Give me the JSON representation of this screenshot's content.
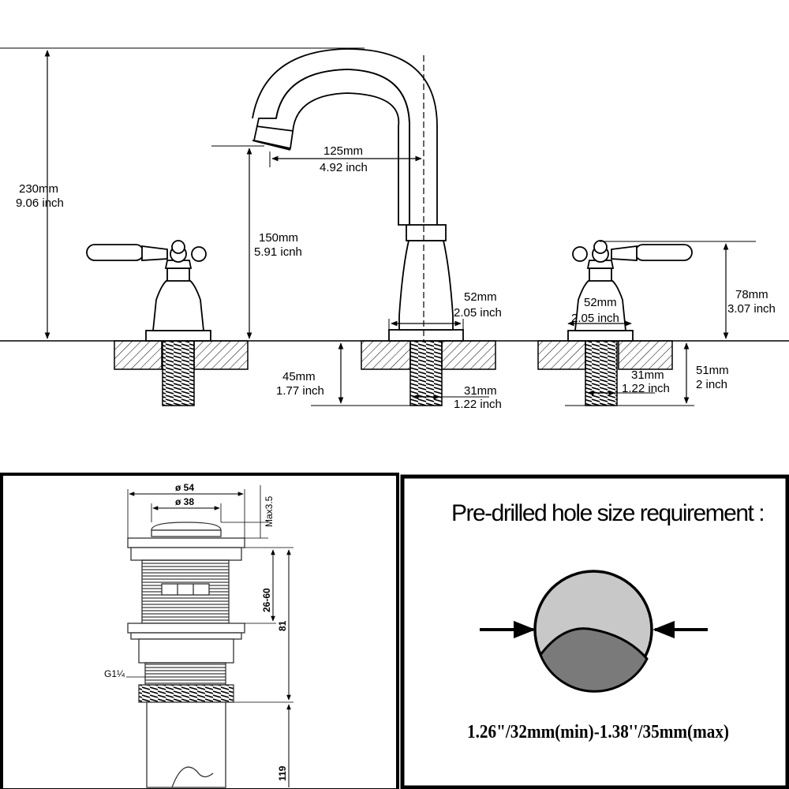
{
  "faucet": {
    "height_mm": "230mm",
    "height_in": "9.06 inch",
    "spout_reach_mm": "125mm",
    "spout_reach_in": "4.92 inch",
    "spout_height_mm": "150mm",
    "spout_height_in": "5.91 icnh",
    "handle_height_mm": "78mm",
    "handle_height_in": "3.07 inch",
    "base_center_mm": "52mm",
    "base_center_in": "2.05 inch",
    "base_right_mm": "52mm",
    "base_right_in": "2.05 inch",
    "shank_len_mm": "45mm",
    "shank_len_in": "1.77 inch",
    "shank_dia_center_mm": "31mm",
    "shank_dia_center_in": "1.22 inch",
    "shank_dia_right_mm": "31mm",
    "shank_dia_right_in": "1.22 inch",
    "shank_right_len_mm": "51mm",
    "shank_right_len_in": "2 inch"
  },
  "drain": {
    "outer_dia": "ø 54",
    "inner_dia": "ø 38",
    "max": "Max3.5",
    "range": "26-60",
    "length": "81",
    "thread": "G1¼",
    "bottom": "119"
  },
  "hole": {
    "title": "Pre-drilled hole size requirement :",
    "requirement": "1.26\"/32mm(min)-1.38''/35mm(max)"
  }
}
